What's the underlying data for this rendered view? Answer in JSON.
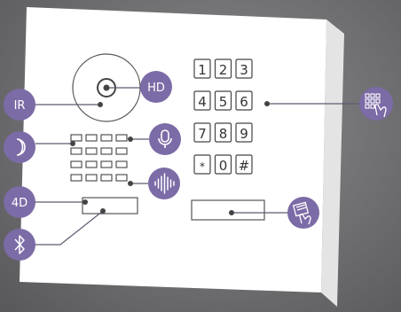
{
  "colors": {
    "accent": "#7b6ba6",
    "line": "#5a5a70",
    "panel": "#ffffff",
    "panel_side": "#e6e6e6",
    "background": "#6f6f71"
  },
  "badges": {
    "ir": "IR",
    "hd": "HD",
    "fourd": "4D"
  },
  "keypad": {
    "keys": [
      "1",
      "2",
      "3",
      "4",
      "5",
      "6",
      "7",
      "8",
      "9",
      "*",
      "0",
      "#"
    ]
  },
  "icons": {
    "night": "moon-icon",
    "microphone": "microphone-icon",
    "speaker": "sound-wave-icon",
    "bluetooth": "bluetooth-icon",
    "keypad": "keypad-touch-icon",
    "card_reader": "card-reader-icon"
  }
}
